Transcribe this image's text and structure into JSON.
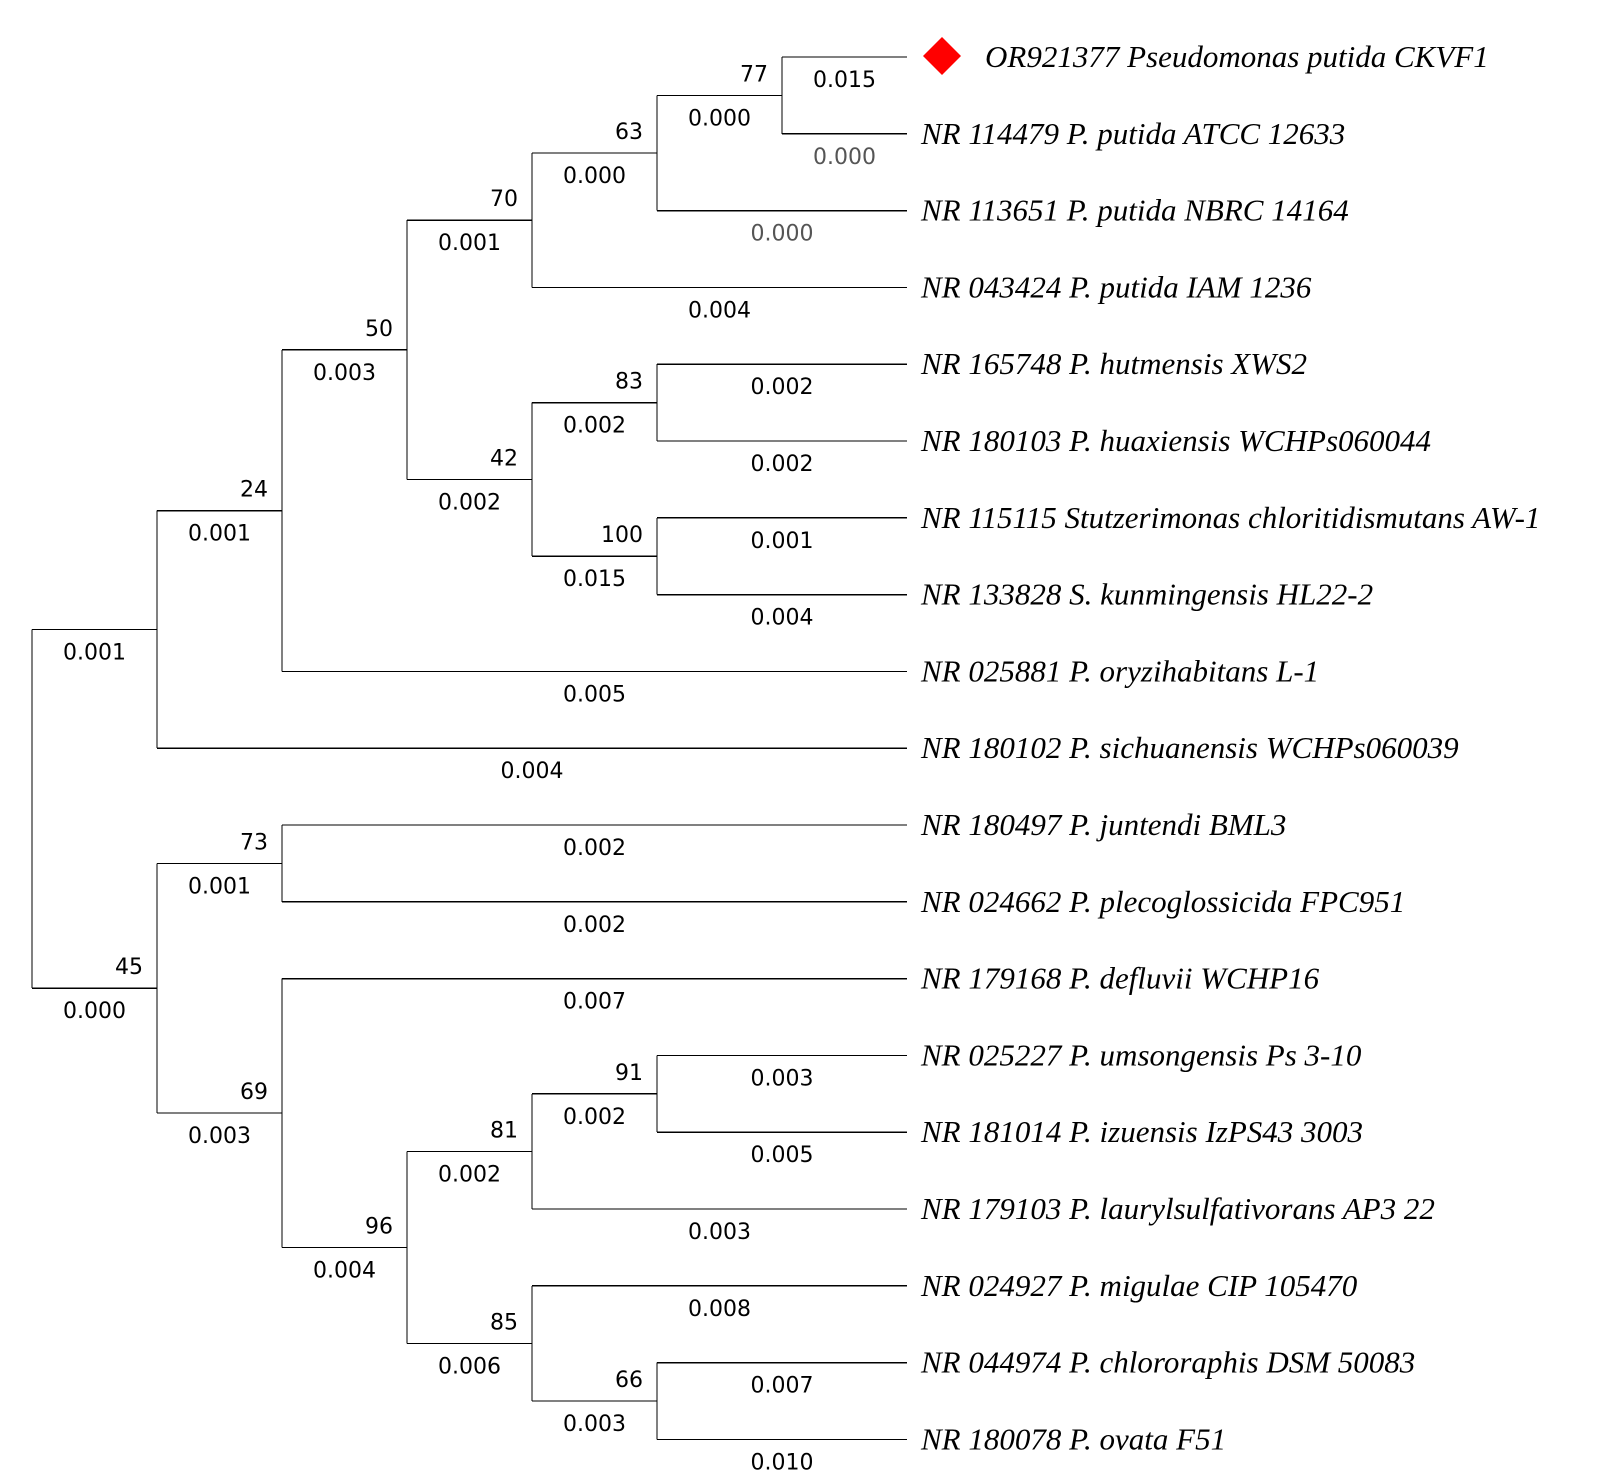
{
  "tree": {
    "marker_color": "#ff0000",
    "taxa": [
      {
        "id": "t1",
        "label": "OR921377 Pseudomonas putida CKVF1",
        "marker": true
      },
      {
        "id": "t2",
        "label": "NR 114479 P. putida ATCC 12633"
      },
      {
        "id": "t3",
        "label": "NR 113651 P. putida NBRC 14164"
      },
      {
        "id": "t4",
        "label": "NR 043424 P. putida IAM 1236"
      },
      {
        "id": "t5",
        "label": "NR 165748 P. hutmensis XWS2"
      },
      {
        "id": "t6",
        "label": "NR 180103 P. huaxiensis WCHPs060044"
      },
      {
        "id": "t7",
        "label": "NR 115115 Stutzerimonas chloritidismutans AW-1"
      },
      {
        "id": "t8",
        "label": "NR 133828 S. kunmingensis HL22-2"
      },
      {
        "id": "t9",
        "label": "NR 025881 P. oryzihabitans L-1"
      },
      {
        "id": "t10",
        "label": "NR 180102 P. sichuanensis WCHPs060039"
      },
      {
        "id": "t11",
        "label": "NR 180497 P. juntendi BML3"
      },
      {
        "id": "t12",
        "label": "NR 024662 P. plecoglossicida FPC951"
      },
      {
        "id": "t13",
        "label": "NR 179168 P. defluvii WCHP16"
      },
      {
        "id": "t14",
        "label": "NR 025227 P. umsongensis Ps 3-10"
      },
      {
        "id": "t15",
        "label": "NR 181014 P. izuensis IzPS43 3003"
      },
      {
        "id": "t16",
        "label": "NR 179103 P. laurylsulfativorans AP3 22"
      },
      {
        "id": "t17",
        "label": "NR 024927 P. migulae CIP 105470"
      },
      {
        "id": "t18",
        "label": "NR 044974 P. chlororaphis DSM 50083"
      },
      {
        "id": "t19",
        "label": "NR 180078 P. ovata F51"
      }
    ],
    "nodes": [
      {
        "id": "root",
        "children": [
          "nA",
          "nB"
        ]
      },
      {
        "id": "nA",
        "bootstrap": "",
        "children": [
          "nA1",
          "t10"
        ]
      },
      {
        "id": "nA1",
        "bootstrap": "24",
        "children": [
          "nA2",
          "t9"
        ]
      },
      {
        "id": "nA2",
        "bootstrap": "50",
        "children": [
          "nA3",
          "nA4"
        ]
      },
      {
        "id": "nA3",
        "bootstrap": "70",
        "children": [
          "nA5",
          "t4"
        ]
      },
      {
        "id": "nA5",
        "bootstrap": "63",
        "children": [
          "nA6",
          "t3"
        ]
      },
      {
        "id": "nA6",
        "bootstrap": "77",
        "children": [
          "t1",
          "t2"
        ]
      },
      {
        "id": "nA4",
        "bootstrap": "42",
        "children": [
          "nA7",
          "nA8"
        ]
      },
      {
        "id": "nA7",
        "bootstrap": "83",
        "children": [
          "t5",
          "t6"
        ]
      },
      {
        "id": "nA8",
        "bootstrap": "100",
        "children": [
          "t7",
          "t8"
        ]
      },
      {
        "id": "nB",
        "bootstrap": "45",
        "children": [
          "nB1",
          "nB2"
        ]
      },
      {
        "id": "nB1",
        "bootstrap": "73",
        "children": [
          "t11",
          "t12"
        ]
      },
      {
        "id": "nB2",
        "bootstrap": "69",
        "children": [
          "t13",
          "nB3"
        ]
      },
      {
        "id": "nB3",
        "bootstrap": "96",
        "children": [
          "nB4",
          "nB5"
        ]
      },
      {
        "id": "nB4",
        "bootstrap": "81",
        "children": [
          "nB6",
          "t16"
        ]
      },
      {
        "id": "nB6",
        "bootstrap": "91",
        "children": [
          "t14",
          "t15"
        ]
      },
      {
        "id": "nB5",
        "bootstrap": "85",
        "children": [
          "t17",
          "nB7"
        ]
      },
      {
        "id": "nB7",
        "bootstrap": "66",
        "children": [
          "t18",
          "t19"
        ]
      }
    ],
    "branch_lengths": {
      "nA": "0.001",
      "nA1": "0.001",
      "nA2": "0.003",
      "nA3": "0.001",
      "nA5": "0.000",
      "nA6": "0.000",
      "t1": "0.015",
      "t2": "0.000",
      "t3": "0.000",
      "t4": "0.004",
      "nA4": "0.002",
      "nA7": "0.002",
      "t5": "0.002",
      "t6": "0.002",
      "nA8": "0.015",
      "t7": "0.001",
      "t8": "0.004",
      "t9": "0.005",
      "t10": "0.004",
      "nB": "0.000",
      "nB1": "0.001",
      "t11": "0.002",
      "t12": "0.002",
      "nB2": "0.003",
      "t13": "0.007",
      "nB3": "0.004",
      "nB4": "0.002",
      "nB6": "0.002",
      "t14": "0.003",
      "t15": "0.005",
      "t16": "0.003",
      "nB5": "0.006",
      "t17": "0.008",
      "nB7": "0.003",
      "t18": "0.007",
      "t19": "0.010"
    },
    "gray_branch_labels": [
      "t2",
      "t3"
    ]
  }
}
